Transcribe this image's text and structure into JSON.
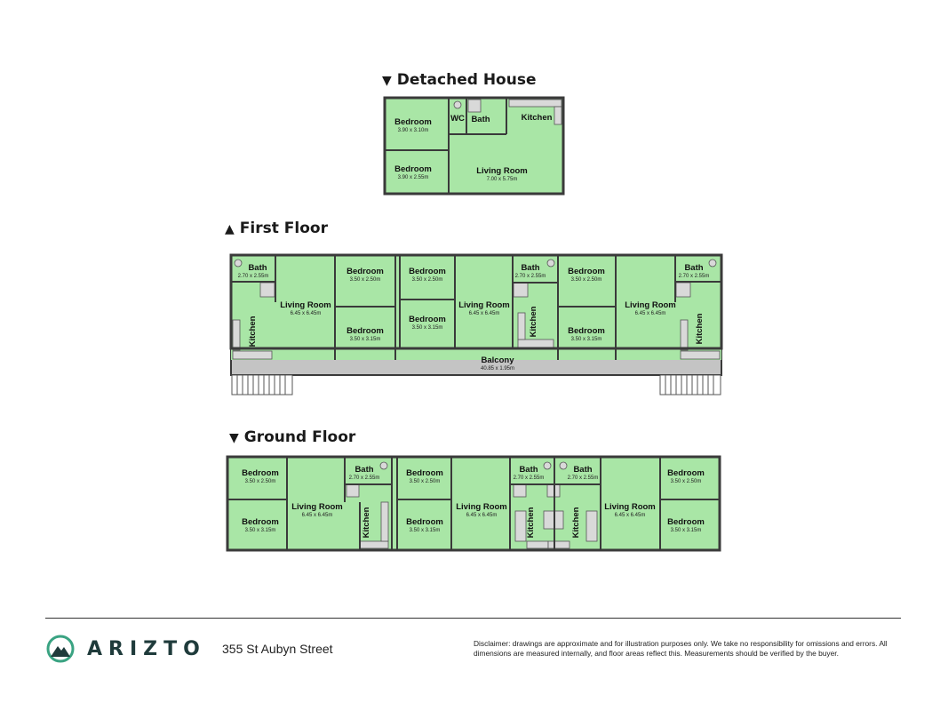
{
  "sections": {
    "detached": {
      "title": "Detached House",
      "marker": "▼"
    },
    "first": {
      "title": "First Floor",
      "marker": "▲"
    },
    "ground": {
      "title": "Ground Floor",
      "marker": "▼"
    }
  },
  "labels": {
    "bedroom": "Bedroom",
    "living_room": "Living Room",
    "bath": "Bath",
    "wc": "WC",
    "kitchen": "Kitchen",
    "balcony": "Balcony"
  },
  "dims": {
    "bed_390_310": "3.90 x 3.10m",
    "bed_390_255": "3.90 x 2.55m",
    "living_700_575": "7.00 x 5.75m",
    "bath_270_255": "2.70 x 2.55m",
    "living_645_645": "6.45 x 6.45m",
    "bed_350_250": "3.50 x 2.50m",
    "bed_350_315": "3.50 x 3.15m",
    "balcony_4085_195": "40.85 x 1.95m"
  },
  "colors": {
    "room_fill": "#a9e6a6",
    "wall": "#3a3a3a",
    "balcony_fill": "#c4c4c4",
    "fixture_fill": "#d9d9d9",
    "brand": "#1f3b3b",
    "brand_accent": "#3aa382"
  },
  "footer": {
    "brand": "ARIZTO",
    "address": "355 St Aubyn Street",
    "disclaimer": "Disclaimer: drawings are approximate and for illustration purposes only. We take no responsibility for omissions and errors. All dimensions are measured internally, and floor areas reflect this. Measurements should be verified by the buyer."
  }
}
